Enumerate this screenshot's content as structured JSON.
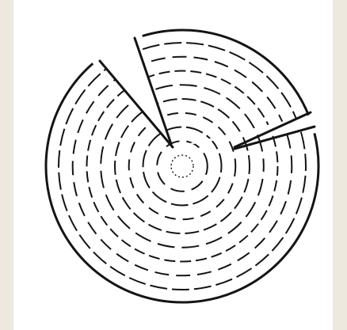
{
  "figure": {
    "type": "diagram",
    "subject": "tree-cross-section",
    "ring_count": 9,
    "wedge_cut_count": 2,
    "colors": {
      "background": "#ede9df",
      "panel": "#ffffff",
      "line": "#141414"
    }
  }
}
